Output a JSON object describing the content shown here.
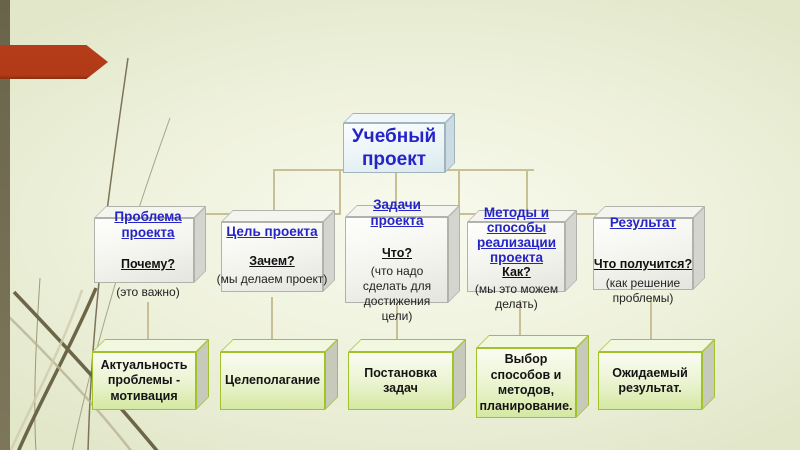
{
  "slide": {
    "root_label": "Учебный проект",
    "columns": [
      {
        "title": "Проблема проекта",
        "question": "Почему?",
        "note": "(это важно)",
        "stage": "Актуальность проблемы - мотивация"
      },
      {
        "title": "Цель проекта",
        "question": "Зачем?",
        "note": "(мы делаем проект)",
        "stage": "Целеполагание"
      },
      {
        "title": "Задачи проекта",
        "question": "Что?",
        "note": "(что надо сделать для достижения цели)",
        "stage": "Постановка задач"
      },
      {
        "title": "Методы и способы реализации проекта",
        "question": "Как?",
        "note": "(мы это можем делать)",
        "stage": "Выбор способов и методов, планирование."
      },
      {
        "title": "Результат",
        "question": "Что получится?",
        "note": "(как решение проблемы)",
        "stage": "Ожидаемый результат."
      }
    ],
    "colors": {
      "title_blue": "#2424c8",
      "text_black": "#141414",
      "connector_tan": "#c8bf95",
      "green_border": "#a2c22c",
      "accent_red": "#b23a17",
      "left_bar_olive": "#6e6a50",
      "background": "#eef1db"
    }
  }
}
